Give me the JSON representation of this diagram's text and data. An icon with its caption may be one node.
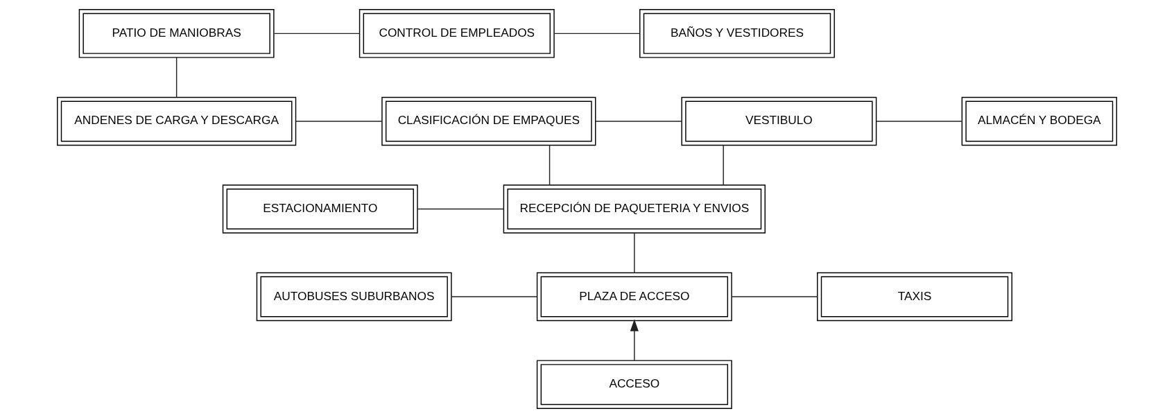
{
  "diagram": {
    "nodes": [
      {
        "text": [
          "PATIO DE MANIOBRAS"
        ]
      },
      {
        "text": [
          "CONTROL DE EMPLEADOS"
        ]
      },
      {
        "text": [
          "BAÑOS Y VESTIDORES"
        ]
      },
      {
        "text": [
          "ANDENES DE CARGA Y DESCARGA"
        ]
      },
      {
        "text": [
          "CLASIFICACIÓN DE EMPAQUES"
        ]
      },
      {
        "text": [
          "VESTIBULO"
        ]
      },
      {
        "text": [
          "ALMACÉN Y BODEGA"
        ]
      },
      {
        "text": [
          "ESTACIONAMIENTO"
        ]
      },
      {
        "text": [
          "RECEPCIÓN DE PAQUETERIA Y ENVIOS"
        ]
      },
      {
        "text": [
          "AUTOBUSES SUBURBANOS"
        ]
      },
      {
        "text": [
          "PLAZA DE ACCESO"
        ]
      },
      {
        "text": [
          "TAXIS"
        ]
      },
      {
        "text": [
          "ACCESO"
        ]
      }
    ],
    "edges": [
      {
        "from": 0,
        "to": 1,
        "arrow": "none"
      },
      {
        "from": 1,
        "to": 2,
        "arrow": "none"
      },
      {
        "from": 0,
        "to": 3,
        "arrow": "none"
      },
      {
        "from": 3,
        "to": 4,
        "arrow": "none"
      },
      {
        "from": 4,
        "to": 5,
        "arrow": "none"
      },
      {
        "from": 5,
        "to": 6,
        "arrow": "none"
      },
      {
        "from": 4,
        "to": 8,
        "arrow": "none"
      },
      {
        "from": 7,
        "to": 8,
        "arrow": "none"
      },
      {
        "from": 8,
        "to": 5,
        "arrow": "none"
      },
      {
        "from": 8,
        "to": 10,
        "arrow": "none"
      },
      {
        "from": 9,
        "to": 10,
        "arrow": "none"
      },
      {
        "from": 10,
        "to": 11,
        "arrow": "none"
      },
      {
        "from": 12,
        "to": 10,
        "arrow": "to"
      }
    ]
  }
}
